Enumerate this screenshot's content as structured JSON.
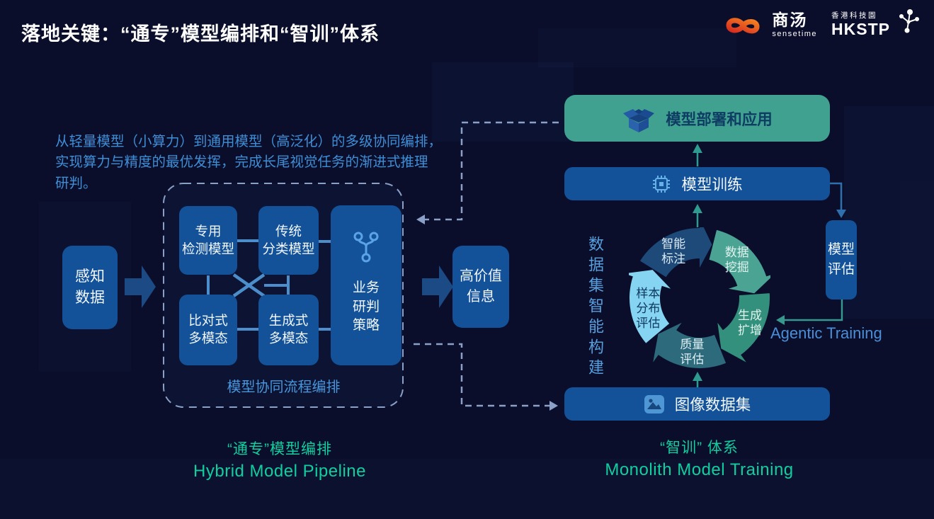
{
  "title": "落地关键：“通专”模型编排和“智训”体系",
  "logos": {
    "sensetime_cn": "商汤",
    "sensetime_en": "sensetime",
    "hkstp_cn": "香港科技園",
    "hkstp_en": "HKSTP"
  },
  "left": {
    "description_lines": [
      "从轻量模型（小算力）到通用模型（高泛化）的多级协同编排，",
      "实现算力与精度的最优发挥，完成长尾视觉任务的渐进式推理",
      "研判。"
    ],
    "input_box_lines": [
      "感知",
      "数据"
    ],
    "model_grid": [
      {
        "lines": [
          "专用",
          "检测模型"
        ]
      },
      {
        "lines": [
          "传统",
          "分类模型"
        ]
      },
      {
        "lines": [
          "比对式",
          "多模态"
        ]
      },
      {
        "lines": [
          "生成式",
          "多模态"
        ]
      }
    ],
    "strategy_lines": [
      "业务",
      "研判",
      "策略"
    ],
    "pipeline_label": "模型协同流程编排",
    "output_box_lines": [
      "高价值",
      "信息"
    ],
    "caption_cn": "“通专”模型编排",
    "caption_en": "Hybrid Model Pipeline"
  },
  "right": {
    "deploy_label": "模型部署和应用",
    "train_label": "模型训练",
    "eval_lines": [
      "模型",
      "评估"
    ],
    "dataset_label": "图像数据集",
    "agentic_label": "Agentic Training",
    "side_label": "数据集智能构建",
    "caption_cn": "“智训” 体系",
    "caption_en": "Monolith Model Training",
    "cycle": {
      "segments": [
        {
          "label_lines": [
            "智能",
            "标注"
          ],
          "color": "#1d4a78",
          "text_color": "#dce9f6",
          "label_angle": -29,
          "label_r": 76
        },
        {
          "label_lines": [
            "数据",
            "挖掘"
          ],
          "color": "#4ba394",
          "text_color": "#e0f1ed",
          "label_angle": 44,
          "label_r": 76
        },
        {
          "label_lines": [
            "生成",
            "扩增"
          ],
          "color": "#33907c",
          "text_color": "#e0f1ed",
          "label_angle": 116,
          "label_r": 79
        },
        {
          "label_lines": [
            "质量",
            "评估"
          ],
          "color": "#2d6b7c",
          "text_color": "#dfeef4",
          "label_angle": 188,
          "label_r": 76
        },
        {
          "label_lines": [
            "样本",
            "分布",
            "评估"
          ],
          "color": "#85d4f2",
          "text_color": "#10375e",
          "label_angle": 259,
          "label_r": 74
        }
      ]
    }
  },
  "colors": {
    "background": "#0a0e2b",
    "box_blue": "#135299",
    "box_teal": "#41a191",
    "caption_green": "#10cf9f",
    "body_text_blue": "#3e8ed6",
    "dashed_line": "#8aa0c6",
    "teal_arrow": "#2f9a8f",
    "block_arrow": "#1b4a84",
    "grid_connector": "#4c8ecb",
    "agentic_text": "#4a8ed6"
  }
}
